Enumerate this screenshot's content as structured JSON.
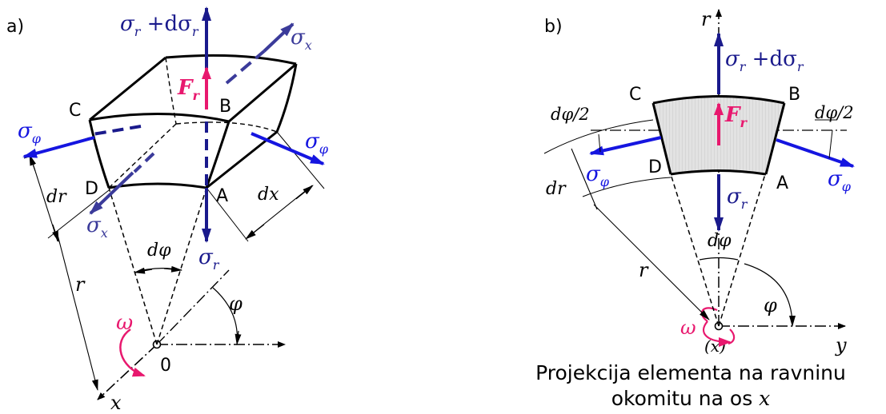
{
  "panel_a": {
    "tag": "a)",
    "points": {
      "A": "A",
      "B": "B",
      "C": "C",
      "D": "D",
      "origin": "0"
    },
    "labels": {
      "sigma_r_plus": "σ",
      "sigma_r_plus_sub": "r",
      "sigma_r_plus_rest": " +dσ",
      "sigma_r_plus_sub2": "r",
      "sigma_x_top": "σ",
      "sigma_x_top_sub": "x",
      "F_r": "F",
      "F_r_sub": "r",
      "sigma_phi_left": "σ",
      "sigma_phi_left_sub": "φ",
      "sigma_phi_right": "σ",
      "sigma_phi_right_sub": "φ",
      "sigma_x_bottom": "σ",
      "sigma_x_bottom_sub": "x",
      "sigma_r_bottom": "σ",
      "sigma_r_bottom_sub": "r",
      "dr": "dr",
      "dx": "dx",
      "dphi": "dφ",
      "r": "r",
      "phi": "φ",
      "omega": "ω",
      "x_axis": "x"
    }
  },
  "panel_b": {
    "tag": "b)",
    "points": {
      "A": "A",
      "B": "B",
      "C": "C",
      "D": "D"
    },
    "labels": {
      "r_axis": "r",
      "sigma_r_plus": "σ",
      "sigma_r_plus_sub": "r",
      "sigma_r_plus_rest": " +dσ",
      "sigma_r_plus_sub2": "r",
      "F_r": "F",
      "F_r_sub": "r",
      "dphi_half_left": "dφ/2",
      "dphi_half_right": "dφ/2",
      "sigma_phi_left": "σ",
      "sigma_phi_left_sub": "φ",
      "sigma_phi_right": "σ",
      "sigma_phi_right_sub": "φ",
      "sigma_r_bottom": "σ",
      "sigma_r_bottom_sub": "r",
      "dr": "dr",
      "r": "r",
      "dphi": "dφ",
      "phi": "φ",
      "omega": "ω",
      "x_paren": "(x)",
      "y_axis": "y"
    },
    "caption_line1": "Projekcija elementa na ravninu",
    "caption_line2_text": "okomitu na os ",
    "caption_line2_var": "x"
  },
  "colors": {
    "dark_blue": "#1a1a8c",
    "blue": "#1515e0",
    "slate_blue": "#3b3b9a",
    "magenta": "#e8186e",
    "black": "#000000",
    "shade": "#dcdcdc"
  }
}
